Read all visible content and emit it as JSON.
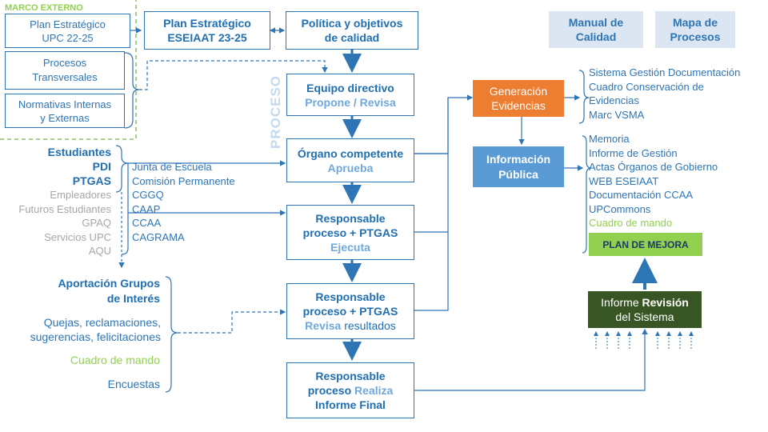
{
  "external": {
    "title": "MARCO EXTERNO",
    "plan_upc": [
      "Plan Estratégico",
      "UPC 22-25"
    ],
    "procesos": [
      "Procesos",
      "Transversales"
    ],
    "normativas": [
      "Normativas Internas",
      "y Externas"
    ]
  },
  "top": {
    "plan_eseiaat": [
      "Plan Estratégico",
      "ESEIAAT 23-25"
    ],
    "politica": [
      "Política y objetivos",
      "de calidad"
    ],
    "manual": [
      "Manual de",
      "Calidad"
    ],
    "mapa": [
      "Mapa de",
      "Procesos"
    ]
  },
  "proceso_label": "PROCESO",
  "flow": {
    "equipo": {
      "title": "Equipo directivo",
      "action": "Propone / Revisa"
    },
    "organo": {
      "title": "Órgano competente",
      "action": "Aprueba"
    },
    "ejecuta": {
      "title1": "Responsable",
      "title2": "proceso + PTGAS",
      "action": "Ejecuta"
    },
    "revisa": {
      "title1": "Responsable",
      "title2": "proceso + PTGAS",
      "action_light": "Revisa",
      "action_rest": " resultados"
    },
    "final": {
      "title1": "Responsable",
      "title2a": "proceso ",
      "title2b": "Realiza",
      "title3": "Informe Final"
    }
  },
  "stakeholders": {
    "primary": [
      "Estudiantes",
      "PDI",
      "PTGAS"
    ],
    "secondary": [
      "Empleadores",
      "Futuros Estudiantes",
      "GPAQ",
      "Servicios UPC",
      "AQU"
    ]
  },
  "organs": [
    "Junta de Escuela",
    "Comisión Permanente",
    "CGGQ",
    "CAAP",
    "CCAA",
    "CAGRAMA"
  ],
  "aportacion": {
    "title": [
      "Aportación Grupos",
      "de Interés"
    ],
    "quejas": [
      "Quejas, reclamaciones,",
      "sugerencias, felicitaciones"
    ],
    "cuadro": "Cuadro de mando",
    "encuestas": "Encuestas"
  },
  "generacion": [
    "Generación",
    "Evidencias"
  ],
  "informacion": [
    "Información",
    "Pública"
  ],
  "evidencias_list": [
    "Sistema Gestión Documentación",
    "Cuadro Conservación de",
    "Evidencias",
    "Marc VSMA"
  ],
  "publica_list": [
    "Memoria",
    "Informe de Gestión",
    "Actas Órganos de Gobierno",
    "WEB ESEIAAT",
    "Documentación CCAA",
    "UPCommons"
  ],
  "publica_green": "Cuadro de mando",
  "plan_mejora": "PLAN DE MEJORA",
  "informe_revision": {
    "pre": "Informe ",
    "bold": "Revisión",
    "line2": "del Sistema"
  },
  "colors": {
    "blue": "#2e75b6",
    "light_blue": "#6fa8dc",
    "orange": "#ed7d31",
    "info_blue": "#5b9bd5",
    "green": "#92d050",
    "dark_green": "#375623",
    "pale_blue": "#dce6f2",
    "dashed_green": "#a9d18e"
  }
}
